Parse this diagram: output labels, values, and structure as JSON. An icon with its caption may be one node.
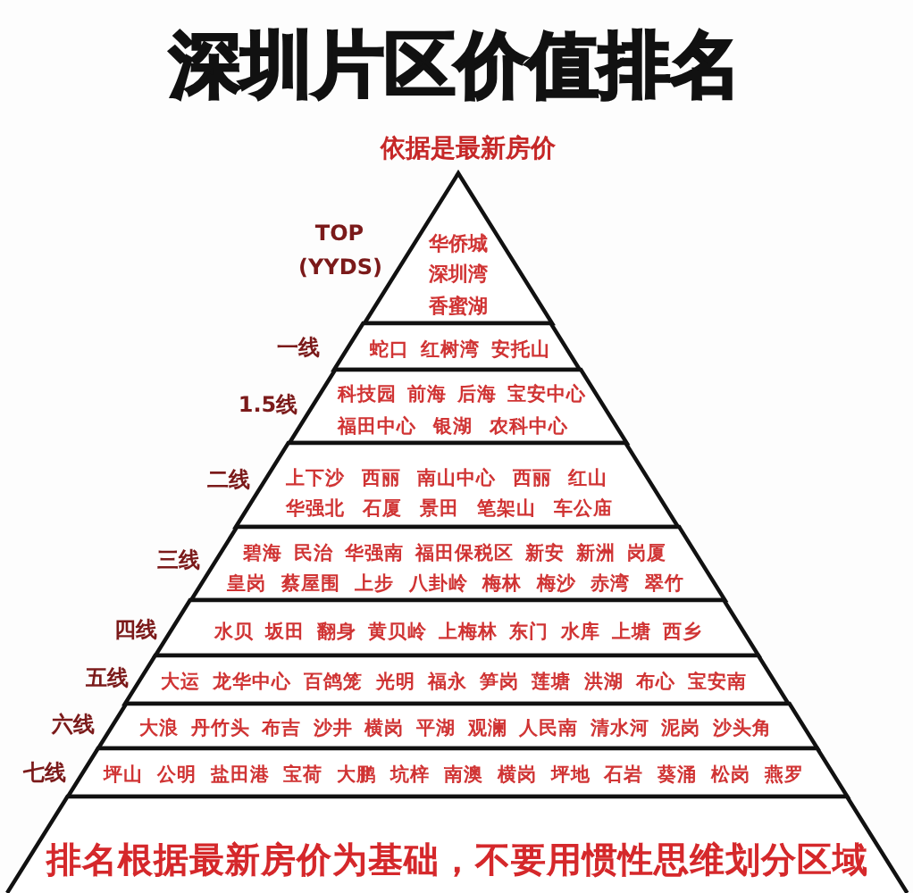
{
  "diagram": {
    "title": "深圳片区价值排名",
    "nodes": [
      {
        "text": [
          "华侨城",
          "深圳湾",
          "香蜜湖"
        ],
        "beside": [
          "TOP (YYDS)"
        ]
      },
      {
        "text": [
          "蛇口",
          "红树湾",
          "安托山"
        ],
        "beside": [
          "一线"
        ]
      },
      {
        "text": [
          "科技园",
          "前海",
          "后海",
          "宝安中心",
          "福田中心",
          "银湖",
          "农科中心"
        ],
        "beside": [
          "1.5线"
        ]
      },
      {
        "text": [
          "上下沙",
          "西丽",
          "南山中心",
          "西丽",
          "红山",
          "华强北",
          "石厦",
          "景田",
          "笔架山",
          "车公庙"
        ],
        "beside": [
          "二线"
        ]
      },
      {
        "text": [
          "碧海",
          "民治",
          "华强南",
          "福田保税区",
          "新安",
          "新洲",
          "岗厦",
          "皇岗",
          "蔡屋围",
          "上步",
          "八卦岭",
          "梅林",
          "梅沙",
          "赤湾",
          "翠竹"
        ],
        "beside": [
          "三线"
        ]
      },
      {
        "text": [
          "水贝",
          "坂田",
          "翻身",
          "黄贝岭",
          "上梅林",
          "东门",
          "水库",
          "上塘",
          "西乡"
        ],
        "beside": [
          "四线"
        ]
      },
      {
        "text": [
          "大运",
          "龙华中心",
          "百鸽笼",
          "光明",
          "福永",
          "笋岗",
          "莲塘",
          "洪湖",
          "布心",
          "宝安南"
        ],
        "beside": [
          "五线"
        ]
      },
      {
        "text": [
          "大浪",
          "丹竹头",
          "布吉",
          "沙井",
          "横岗",
          "平湖",
          "观澜",
          "人民南",
          "清水河",
          "泥岗",
          "沙头角"
        ],
        "beside": [
          "六线"
        ]
      },
      {
        "text": [
          "坪山",
          "公明",
          "盐田港",
          "宝荷",
          "大鹏",
          "坑梓",
          "南澳",
          "横岗",
          "坪地",
          "石岩",
          "葵涌",
          "松岗",
          "燕罗"
        ],
        "beside": [
          "七线"
        ]
      },
      {
        "text": [
          "排名根据最新房价为基础，不要用惯性思维划分区域"
        ]
      }
    ],
    "labels": [
      "依据是最新房价"
    ]
  }
}
